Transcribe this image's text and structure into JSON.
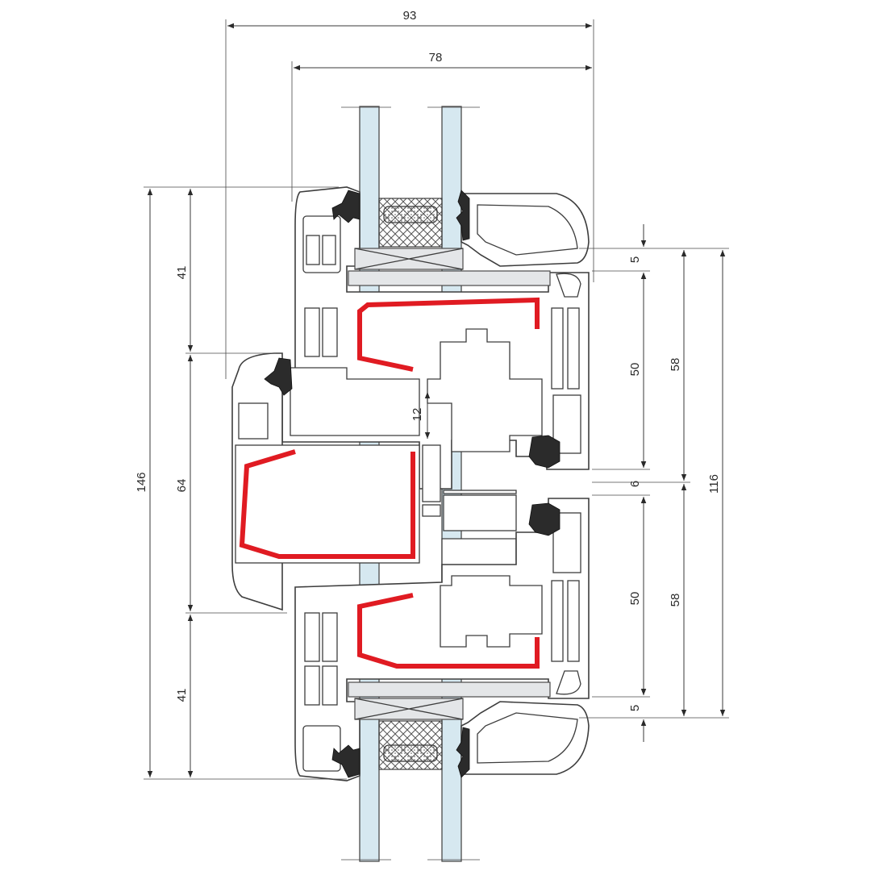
{
  "dimensions": {
    "top_overall": "93",
    "top_inner": "78",
    "left_total": "146",
    "left_upper": "41",
    "left_middle": "64",
    "left_lower": "41",
    "sash_gap": "12",
    "right_top_offset": "5",
    "right_upper_sash": "50",
    "right_upper_frame": "58",
    "right_gap": "6",
    "right_lower_sash": "50",
    "right_lower_frame": "58",
    "right_bottom_offset": "5",
    "right_total": "116"
  },
  "colors": {
    "reinforcement": "#e01b22",
    "glass": "#d6e8f0",
    "gasket": "#2b2b2b",
    "outline": "#3d3d3d",
    "spacer": "#d9dde1"
  }
}
